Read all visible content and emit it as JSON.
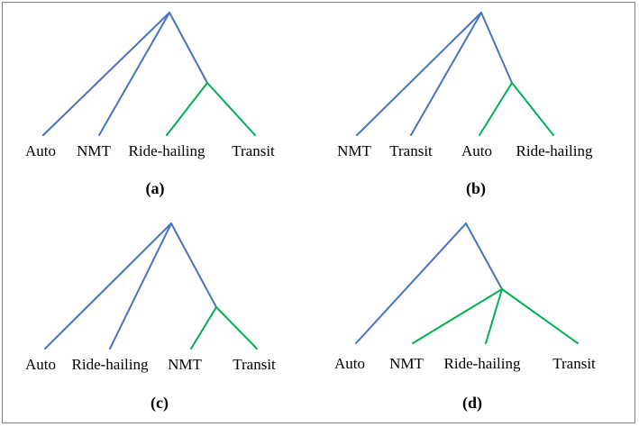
{
  "colors": {
    "blue_branch": "#4472c4",
    "green_branch": "#00b050",
    "frame": "#7f7f7f"
  },
  "panels": [
    {
      "caption": "(a)",
      "leaves": [
        "Auto",
        "NMT",
        "Ride-hailing",
        "Transit"
      ],
      "nest": [
        "Ride-hailing",
        "Transit"
      ]
    },
    {
      "caption": "(b)",
      "leaves": [
        "NMT",
        "Transit",
        "Auto",
        "Ride-hailing"
      ],
      "nest": [
        "Auto",
        "Ride-hailing"
      ]
    },
    {
      "caption": "(c)",
      "leaves": [
        "Auto",
        "Ride-hailing",
        "NMT",
        "Transit"
      ],
      "nest": [
        "NMT",
        "Transit"
      ]
    },
    {
      "caption": "(d)",
      "leaves": [
        "Auto",
        "NMT",
        "Ride-hailing",
        "Transit"
      ],
      "nest": [
        "NMT",
        "Ride-hailing",
        "Transit"
      ]
    }
  ]
}
